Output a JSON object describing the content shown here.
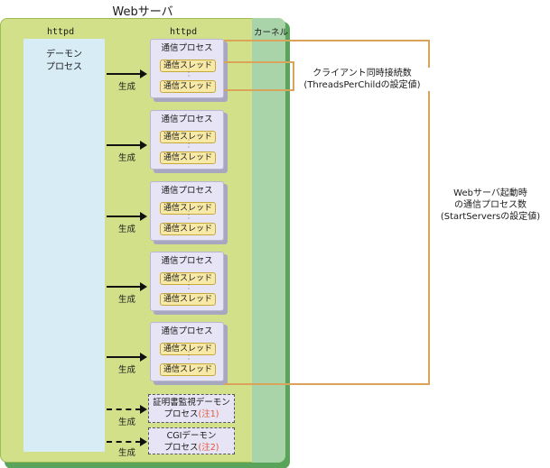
{
  "title": "Webサーバ",
  "columns": {
    "httpd_left": "httpd",
    "httpd_right": "httpd",
    "kernel": "カーネル"
  },
  "daemon": {
    "line1": "デーモン",
    "line2": "プロセス"
  },
  "process_title": "通信プロセス",
  "thread_label": "通信スレッド",
  "spawn_label": "生成",
  "processes": [
    {
      "title": "通信プロセス",
      "thread1": "通信スレッド",
      "thread2": "通信スレッド"
    },
    {
      "title": "通信プロセス",
      "thread1": "通信スレッド",
      "thread2": "通信スレッド"
    },
    {
      "title": "通信プロセス",
      "thread1": "通信スレッド",
      "thread2": "通信スレッド"
    },
    {
      "title": "通信プロセス",
      "thread1": "通信スレッド",
      "thread2": "通信スレッド"
    },
    {
      "title": "通信プロセス",
      "thread1": "通信スレッド",
      "thread2": "通信スレッド"
    }
  ],
  "spawns": [
    "生成",
    "生成",
    "生成",
    "生成",
    "生成",
    "生成",
    "生成"
  ],
  "cert_daemon": {
    "line1": "証明書監視デーモン",
    "line2": "プロセス",
    "note": "(注1)"
  },
  "cgi_daemon": {
    "line1": "CGIデーモン",
    "line2": "プロセス",
    "note": "(注2)"
  },
  "annotation_threads": {
    "line1": "クライアント同時接続数",
    "line2": "(ThreadsPerChildの設定値)"
  },
  "annotation_processes": {
    "line1": "Webサーバ起動時",
    "line2": "の通信プロセス数",
    "line3": "(StartServersの設定値)"
  },
  "colors": {
    "server_bg": "#d3e08a",
    "kernel_bg": "#a9d4a9",
    "daemon_bg": "#d8ecf6",
    "process_bg": "#e6e4f5",
    "thread_bg": "#f8e9a7",
    "bracket": "#d9a35a",
    "note": "#e0573a"
  }
}
